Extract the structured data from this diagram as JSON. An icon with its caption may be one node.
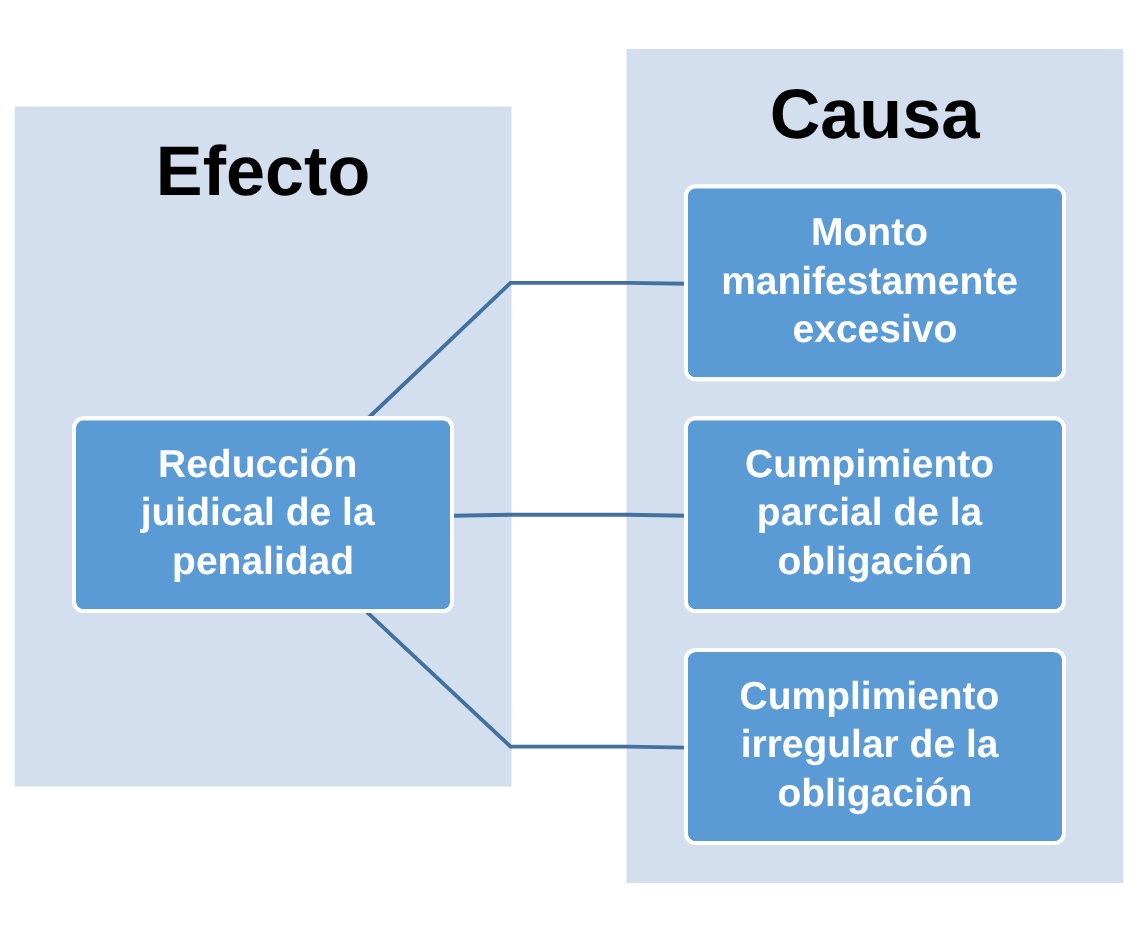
{
  "diagram": {
    "nodes": [
      {
        "text": [
          "Efecto"
        ]
      },
      {
        "text": [
          "Reducción juidical de la penalidad"
        ],
        "in": 0
      },
      {
        "text": [
          "Causa"
        ]
      },
      {
        "text": [
          "Monto manifestamente excesivo"
        ],
        "in": 2
      },
      {
        "text": [
          "Cumpimiento parcial de la obligación"
        ],
        "in": 2
      },
      {
        "text": [
          "Cumplimiento irregular de la obligación"
        ],
        "in": 2
      }
    ],
    "edges": [
      {
        "from": 1,
        "to": 3,
        "arrow": "none"
      },
      {
        "from": 1,
        "to": 4,
        "arrow": "none"
      },
      {
        "from": 1,
        "to": 5,
        "arrow": "none"
      }
    ]
  }
}
